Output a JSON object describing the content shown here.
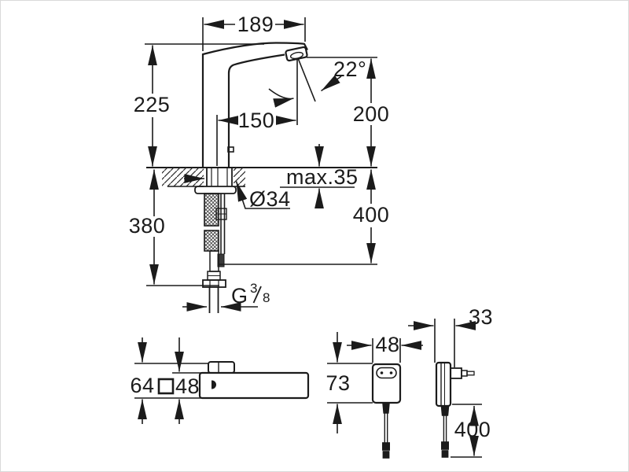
{
  "colors": {
    "line": "#1b1b1b",
    "background": "#ffffff",
    "border": "#d9d9d9"
  },
  "main_view": {
    "label": "faucet side elevation",
    "dimensions": {
      "spout_projection_top": "189",
      "height_above_deck": "225",
      "spout_reach": "150",
      "spray_angle": "22°",
      "outlet_height": "200",
      "deck_thickness_max": "max.35",
      "hole_diameter": "Ø34",
      "height_below_deck": "380",
      "hose_drop": "400",
      "thread": {
        "prefix": "G",
        "numerator": "3",
        "slash": "/",
        "denominator": "8"
      }
    }
  },
  "plan_view": {
    "label": "faucet plan view",
    "dimensions": {
      "overall_depth": "64",
      "body_square": "48",
      "square_symbol": "□"
    }
  },
  "power_supply_front": {
    "label": "plug-in power supply front view",
    "dimensions": {
      "width": "48",
      "height": "73"
    }
  },
  "power_supply_side": {
    "label": "plug-in power supply side view",
    "dimensions": {
      "depth": "33",
      "cable_length": "400"
    }
  }
}
